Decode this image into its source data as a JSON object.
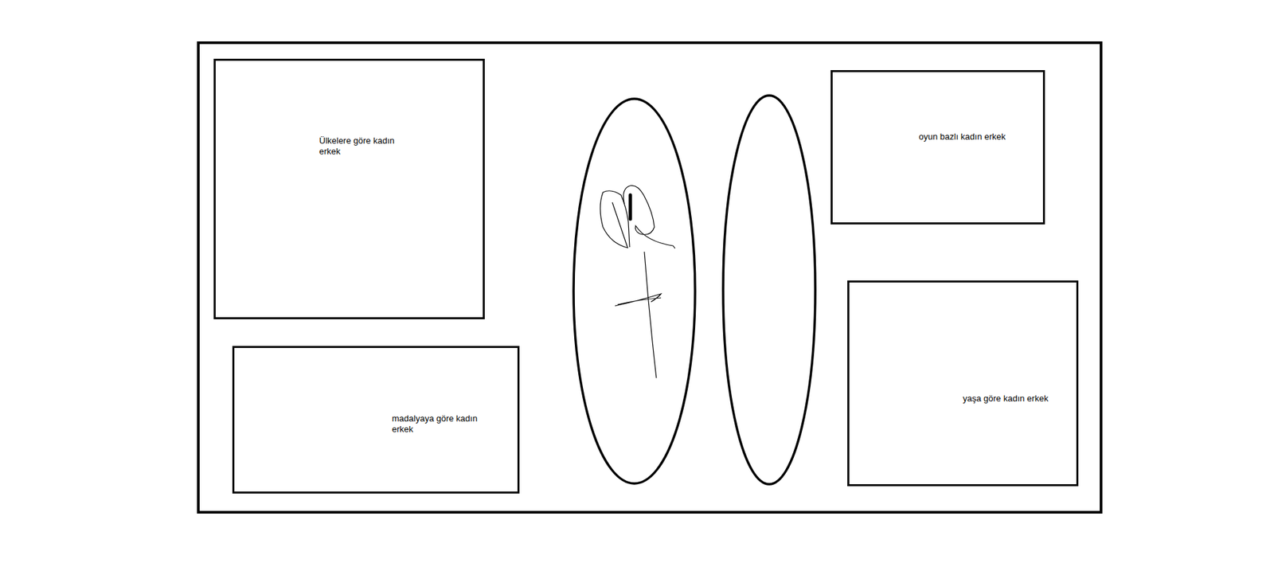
{
  "diagram": {
    "nodes": [
      {
        "text": [
          "Ülkelere göre kadın erkek"
        ]
      },
      {
        "text": [
          "oyun bazlı kadın erkek"
        ]
      },
      {
        "text": [
          "madalyaya göre kadın erkek"
        ]
      },
      {
        "text": [
          "yaşa göre kadın erkek"
        ]
      }
    ]
  }
}
